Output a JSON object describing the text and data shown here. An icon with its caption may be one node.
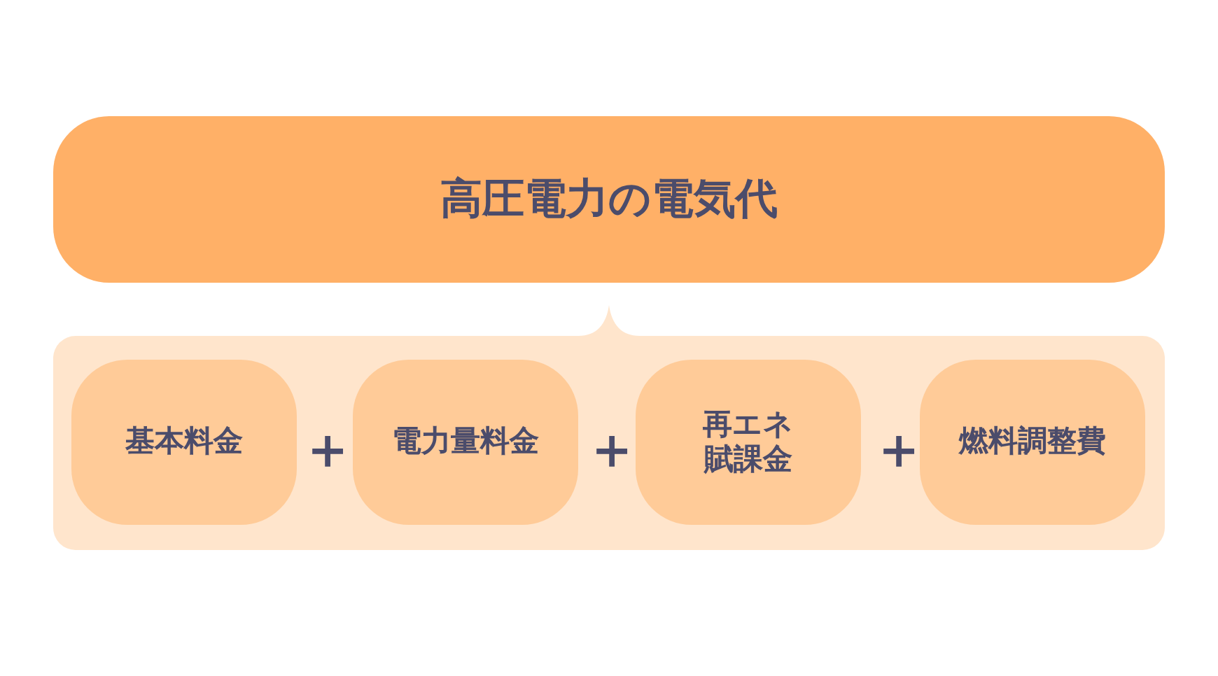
{
  "diagram": {
    "nodes": [
      {
        "text": [
          "高圧電力の電気代"
        ]
      },
      {
        "text": [],
        "shape": "box"
      },
      {
        "text": [
          "基本料金"
        ],
        "in": 1
      },
      {
        "text": [
          "電力量料金"
        ],
        "in": 1
      },
      {
        "text": [
          "再エネ賦課金"
        ],
        "in": 1
      },
      {
        "text": [
          "燃料調整費"
        ],
        "in": 1
      }
    ],
    "labels": [
      "＋",
      "＋",
      "＋"
    ]
  }
}
